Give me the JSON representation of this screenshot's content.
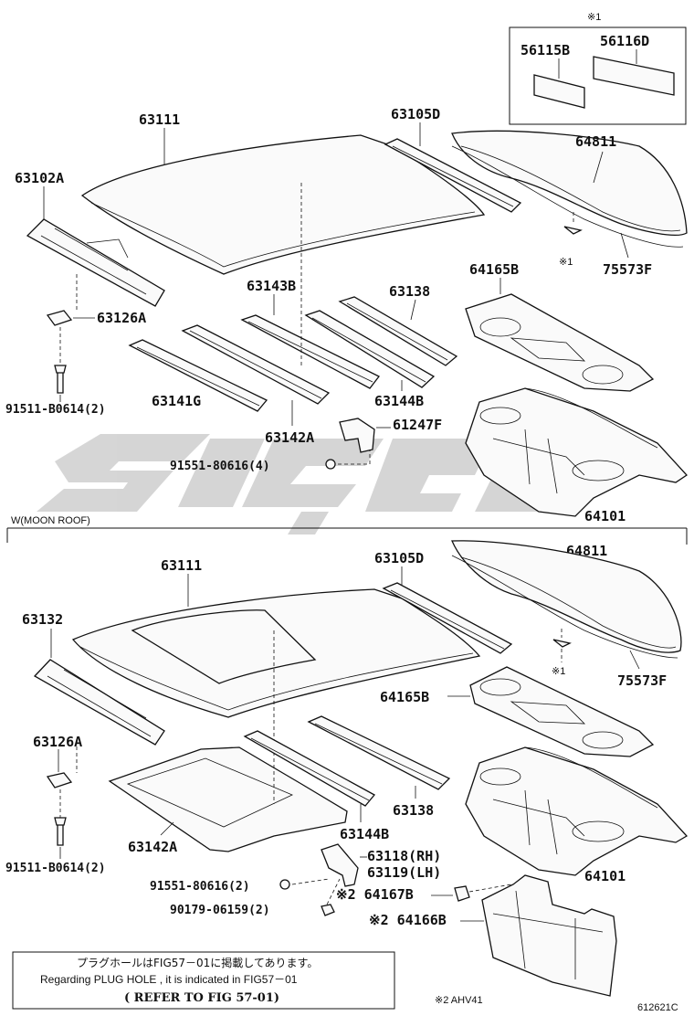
{
  "top_section": {
    "inset_mark": "※1",
    "inset_parts": [
      "56115B",
      "56116D"
    ],
    "labels": {
      "roof_panel": "63111",
      "front_header": "63102A",
      "rear_header": "63105D",
      "back_window_trim": "64811",
      "roof_bow_b": "63143B",
      "roof_bow_138": "63138",
      "shelf_trim": "64165B",
      "weatherstrip": "75573F",
      "pad": "63126A",
      "bolt": "91511-B0614(2)",
      "bow_g": "63141G",
      "bow_a": "63142A",
      "bow_144b": "63144B",
      "bracket": "61247F",
      "screw": "91551-80616(4)",
      "rear_panel": "64101",
      "inset_callout": "※1"
    }
  },
  "section_divider": {
    "label": "W(MOON ROOF)"
  },
  "bottom_section": {
    "labels": {
      "roof_panel": "63111",
      "rear_header": "63105D",
      "back_window_trim": "64811",
      "front_header": "63132",
      "shelf_trim": "64165B",
      "weatherstrip": "75573F",
      "inset_callout": "※1",
      "pad": "63126A",
      "bolt": "91511-B0614(2)",
      "frame": "63142A",
      "bow_144b": "63144B",
      "bow_138": "63138",
      "rear_panel": "64101",
      "bracket_rh": "63118(RH)",
      "bracket_lh": "63119(LH)",
      "screw": "91551-80616(2)",
      "nut": "90179-06159(2)",
      "plug": "※2 64167B",
      "cover": "※2 64166B"
    }
  },
  "notes": {
    "jp": "プラグホールはFIG57－01に掲載してあります。",
    "en": "Regarding PLUG HOLE , it is indicated in FIG57－01",
    "ref": "(   REFER TO FIG 57-01)",
    "footnote": "※2 AHV41",
    "figure_id": "612621C"
  }
}
